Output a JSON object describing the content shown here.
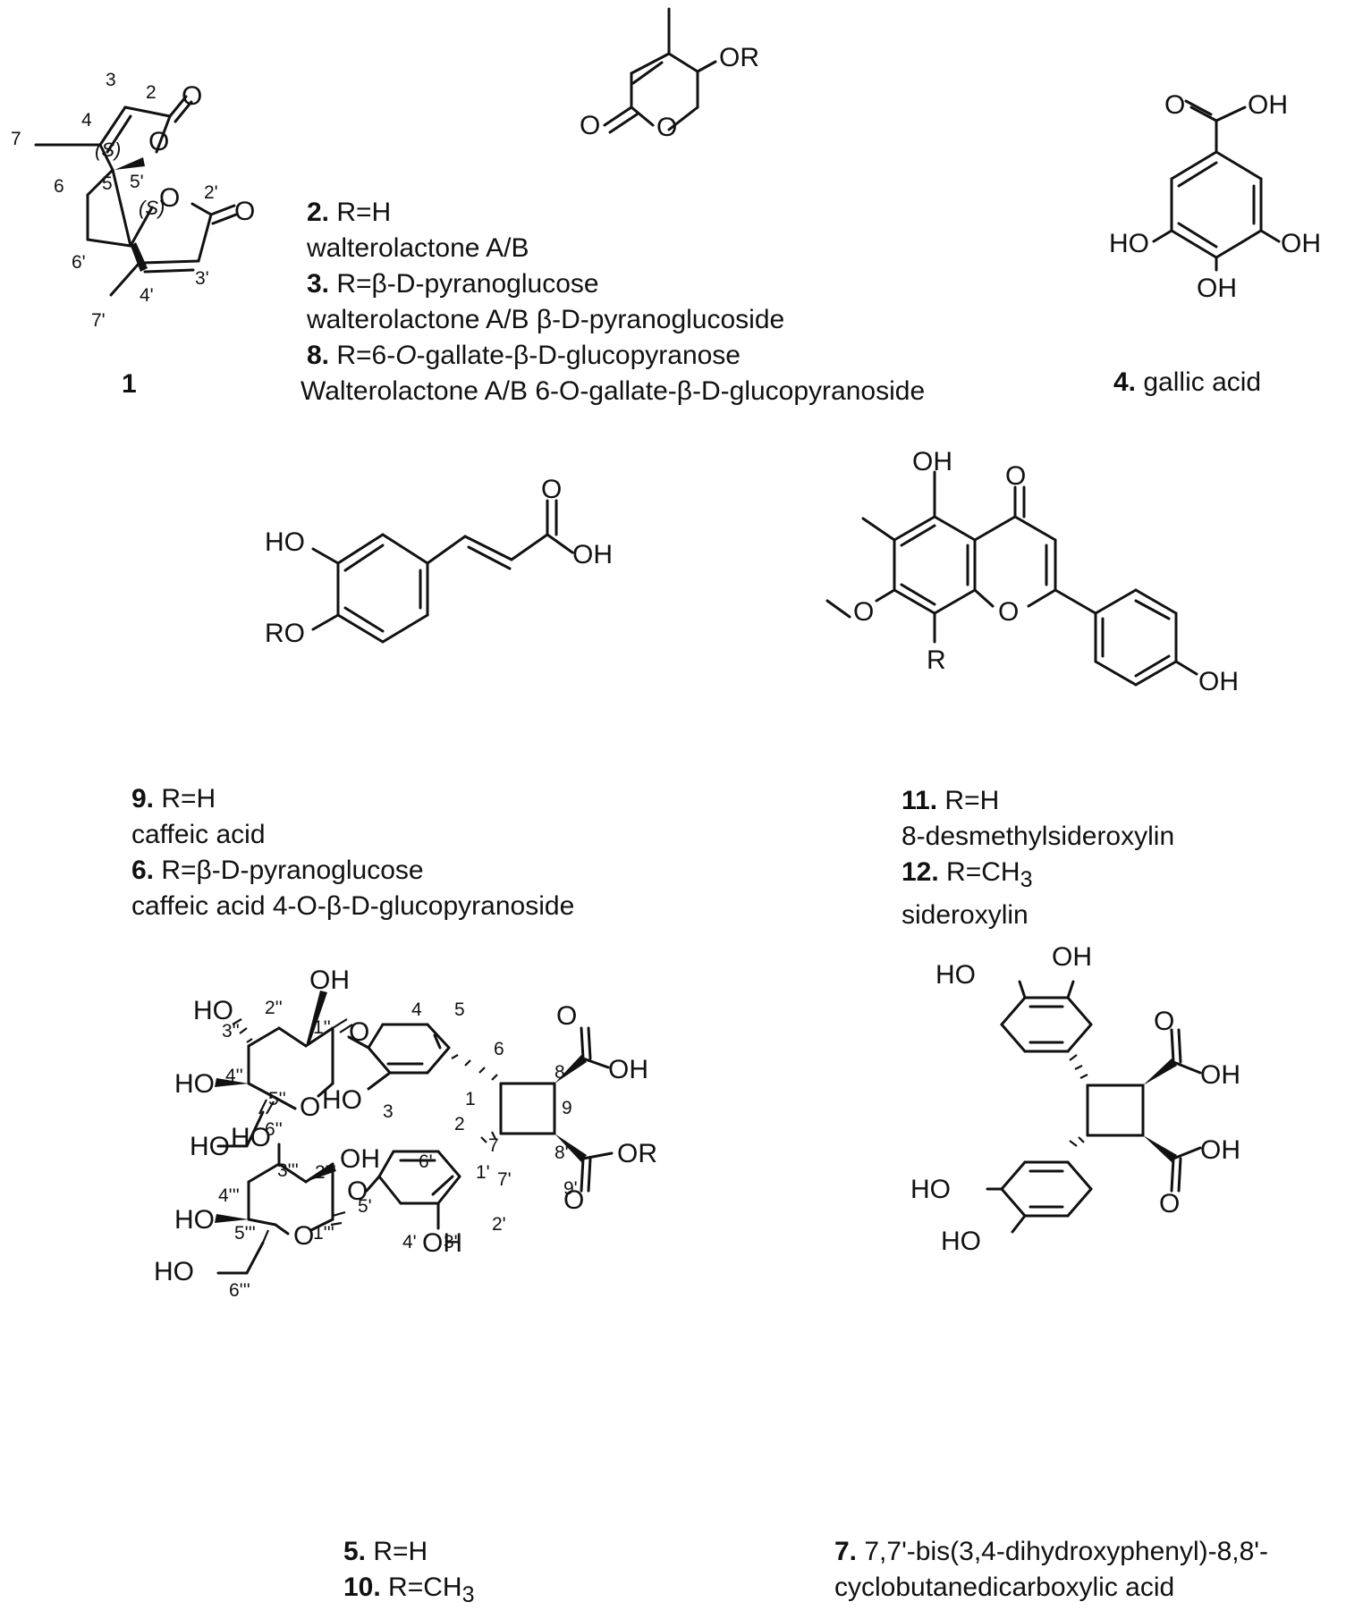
{
  "compounds": {
    "c1": {
      "number": "1"
    },
    "c2": {
      "number": "2.",
      "r": " R=H",
      "name": "walterolactone A/B"
    },
    "c3": {
      "number": "3.",
      "r": " R=β-D-pyranoglucose",
      "name": "walterolactone A/B β-D-pyranoglucoside"
    },
    "c8": {
      "number": "8.",
      "r_pre": " R=6-",
      "r_ital": "O",
      "r_post": "-gallate-β-D-glucopyranose",
      "name": "Walterolactone A/B 6-O-gallate-β-D-glucopyranoside"
    },
    "c4": {
      "number": "4.",
      "name": " gallic acid"
    },
    "c9": {
      "number": "9.",
      "r": " R=H",
      "name": "caffeic acid"
    },
    "c6": {
      "number": "6.",
      "r": " R=β-D-pyranoglucose",
      "name": "caffeic acid 4-O-β-D-glucopyranoside"
    },
    "c11": {
      "number": "11.",
      "r": " R=H",
      "name": "8-desmethylsideroxylin"
    },
    "c12": {
      "number": "12.",
      "r": " R=CH",
      "r_sub": "3",
      "name": "sideroxylin"
    },
    "c5": {
      "number": "5.",
      "r": " R=H"
    },
    "c10": {
      "number": "10.",
      "r": " R=CH",
      "r_sub": "3"
    },
    "c7": {
      "number": "7.",
      "name_line1": " 7,7'-bis(3,4-dihydroxyphenyl)-8,8'-",
      "name_line2": "cyclobutanedicarboxylic acid"
    }
  },
  "labels": {
    "O": "O",
    "OH": "OH",
    "HO": "HO",
    "OR": "OR",
    "RO": "RO",
    "R": "R",
    "stereo_S": "(S)",
    "n1": "1",
    "n2": "2",
    "n3": "3",
    "n4": "4",
    "n5": "5",
    "n6": "6",
    "n7": "7",
    "n8": "8",
    "n9": "9",
    "n2p": "2'",
    "n3p": "3'",
    "n4p": "4'",
    "n5p": "5'",
    "n6p": "6'",
    "n7p": "7'",
    "n1p": "1'",
    "n8p": "8'",
    "n9p": "9'",
    "n1pp": "1''",
    "n2pp": "2''",
    "n3pp": "3''",
    "n4pp": "4''",
    "n5pp": "5''",
    "n6pp": "6''",
    "n1ppp": "1'''",
    "n2ppp": "2'''",
    "n3ppp": "3'''",
    "n4ppp": "4'''",
    "n5ppp": "5'''",
    "n6ppp": "6'''"
  }
}
